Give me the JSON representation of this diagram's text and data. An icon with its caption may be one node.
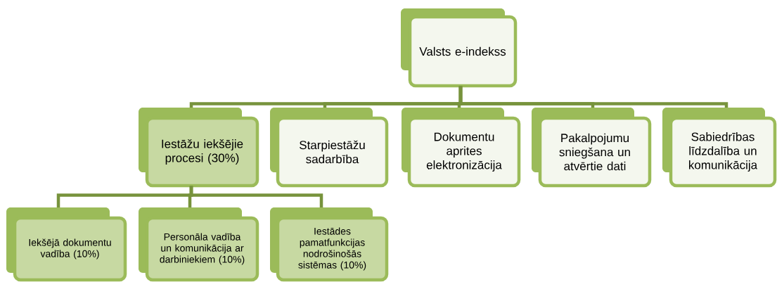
{
  "diagram": {
    "nodes": [
      {
        "text": [
          "Valsts e-indekss"
        ]
      },
      {
        "text": [
          "Iestāžu iekšējie procesi (30%)"
        ]
      },
      {
        "text": [
          "Starpiestāžu sadarbība"
        ]
      },
      {
        "text": [
          "Dokumentu aprites elektronizācija"
        ]
      },
      {
        "text": [
          "Pakalpojumu sniegšana un atvērtie dati"
        ]
      },
      {
        "text": [
          "Sabiedrības līdzdalība un komunikācija"
        ]
      },
      {
        "text": [
          "Iekšējā dokumentu vadība (10%)"
        ]
      },
      {
        "text": [
          "Personāla vadība un komunikācija ar darbiniekiem (10%)"
        ]
      },
      {
        "text": [
          "Iestādes pamatfunkcijas nodrošinošās sistēmas (10%)"
        ]
      }
    ],
    "edges": [
      {
        "from": 0,
        "to": 1,
        "arrow": "none"
      },
      {
        "from": 0,
        "to": 2,
        "arrow": "none"
      },
      {
        "from": 0,
        "to": 3,
        "arrow": "none"
      },
      {
        "from": 0,
        "to": 4,
        "arrow": "none"
      },
      {
        "from": 0,
        "to": 5,
        "arrow": "none"
      },
      {
        "from": 1,
        "to": 6,
        "arrow": "none"
      },
      {
        "from": 1,
        "to": 7,
        "arrow": "none"
      },
      {
        "from": 1,
        "to": 8,
        "arrow": "none"
      }
    ]
  }
}
